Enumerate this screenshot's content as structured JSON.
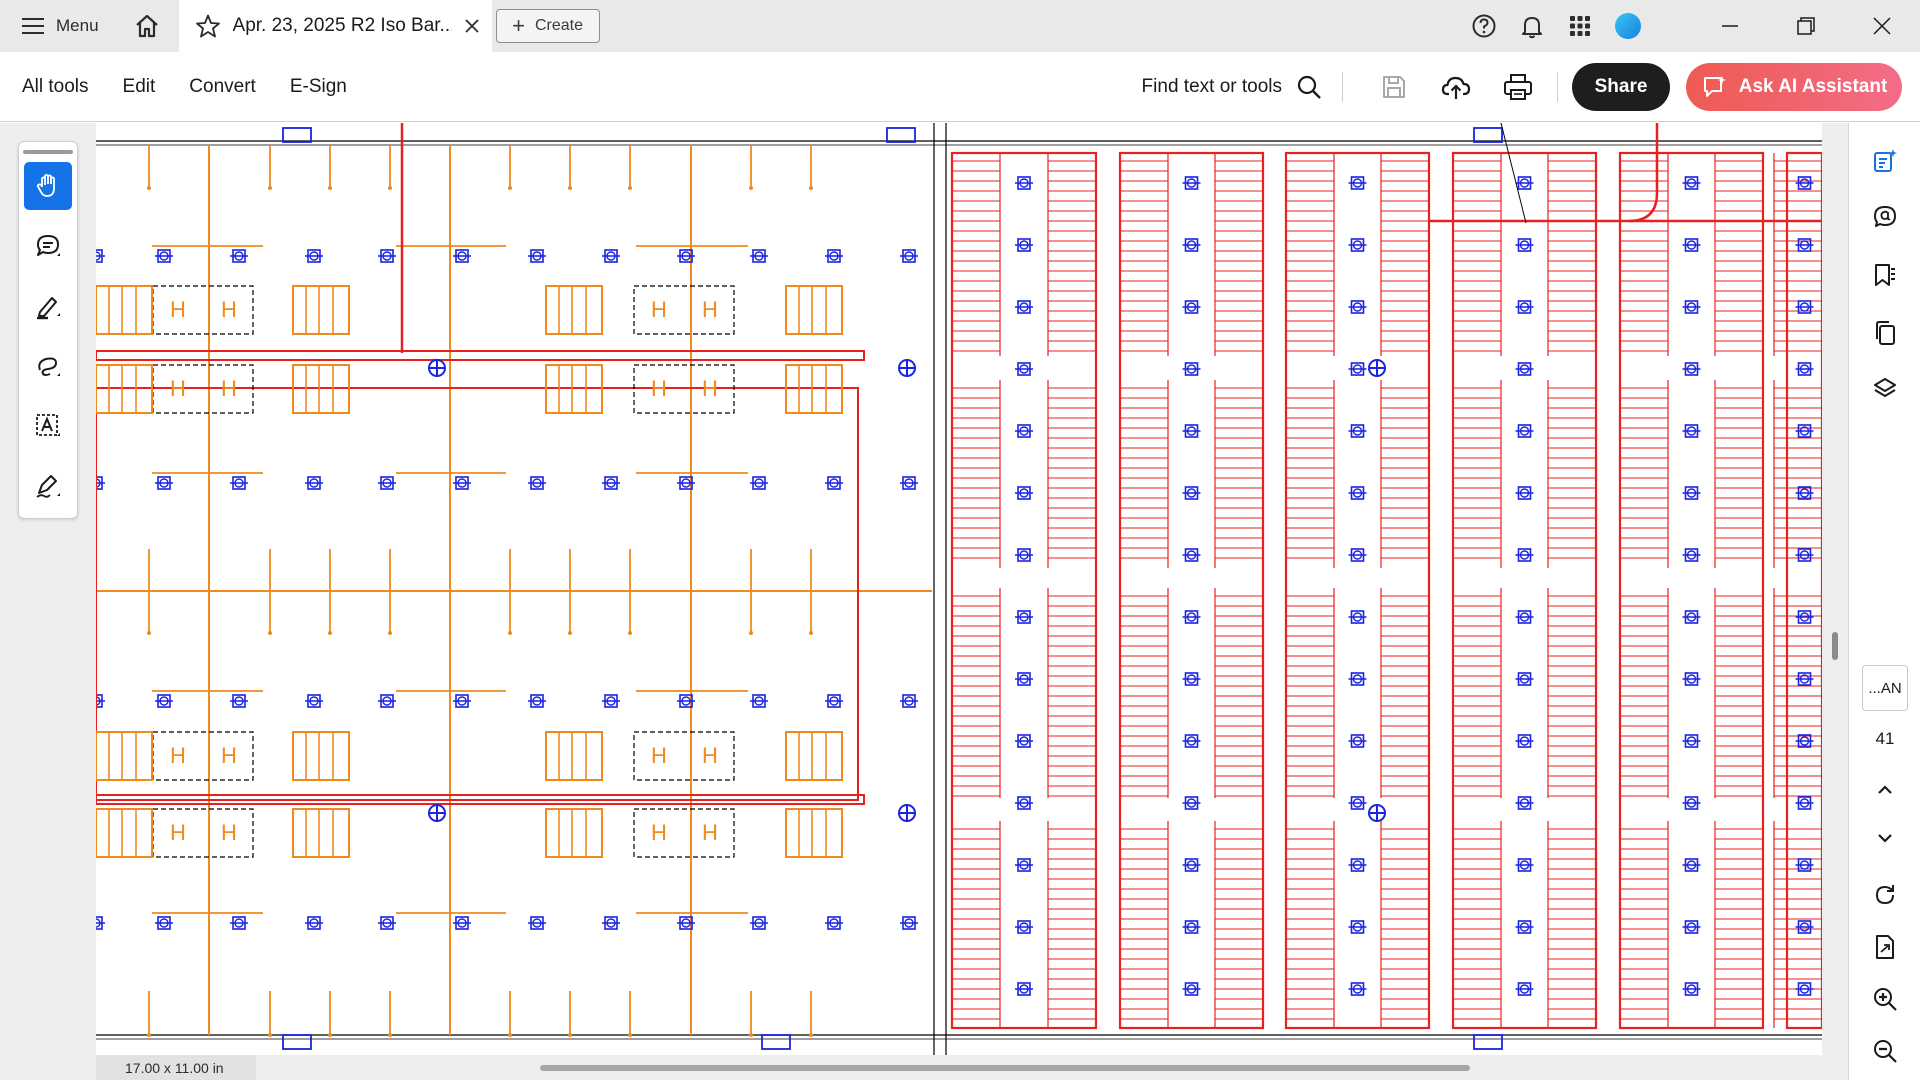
{
  "tabbar": {
    "menu_label": "Menu",
    "tab_title": "Apr. 23, 2025 R2 Iso Bar...",
    "create_label": "Create"
  },
  "toolbar": {
    "all_tools": "All tools",
    "edit": "Edit",
    "convert": "Convert",
    "esign": "E-Sign",
    "find_placeholder": "Find text or tools",
    "share_label": "Share",
    "ai_label": "Ask AI Assistant"
  },
  "left_tools": [
    {
      "name": "hand-tool",
      "active": true
    },
    {
      "name": "add-comment-tool",
      "active": false
    },
    {
      "name": "highlight-tool",
      "active": false
    },
    {
      "name": "draw-freeform-tool",
      "active": false
    },
    {
      "name": "text-select-tool",
      "active": false
    },
    {
      "name": "sign-tool",
      "active": false
    }
  ],
  "rail": {
    "page_label": "...AN",
    "page_number": "41"
  },
  "status": {
    "page_size": "17.00 x 11.00 in"
  },
  "colors": {
    "accent": "#1473e6",
    "share": "#1e1e1e",
    "ai_gradient_start": "#ef5a52",
    "ai_gradient_end": "#f26d88",
    "drawing_orange": "#f08a1e",
    "drawing_red": "#e82020",
    "drawing_blue": "#1a23e0"
  }
}
